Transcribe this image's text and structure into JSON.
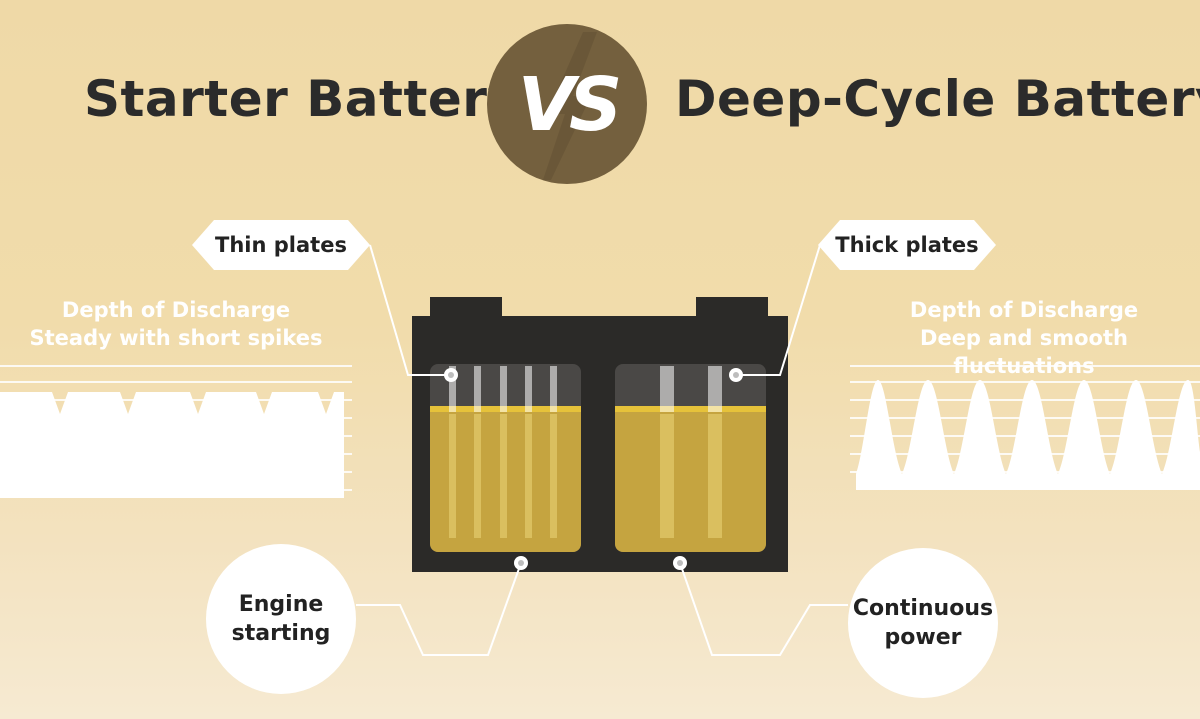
{
  "titles": {
    "left": "Starter Battery",
    "vs": "VS",
    "right": "Deep-Cycle Battery"
  },
  "labels": {
    "thin_plates": "Thin plates",
    "thick_plates": "Thick plates"
  },
  "depth_of_discharge": {
    "left": {
      "heading": "Depth of Discharge",
      "description": "Steady with short spikes"
    },
    "right": {
      "heading": "Depth of Discharge",
      "description": "Deep and smooth fluctuations"
    }
  },
  "uses": {
    "left": {
      "line1": "Engine",
      "line2": "starting"
    },
    "right": {
      "line1": "Continuous",
      "line2": "power"
    }
  },
  "colors": {
    "background": "#f1dcab",
    "battery_body": "#2b2a28",
    "electrolyte": "#c5a440",
    "electrolyte_top": "#e6c23a",
    "vs_badge": "#74603e",
    "text_dark": "#2b2b2b",
    "white": "#ffffff"
  }
}
